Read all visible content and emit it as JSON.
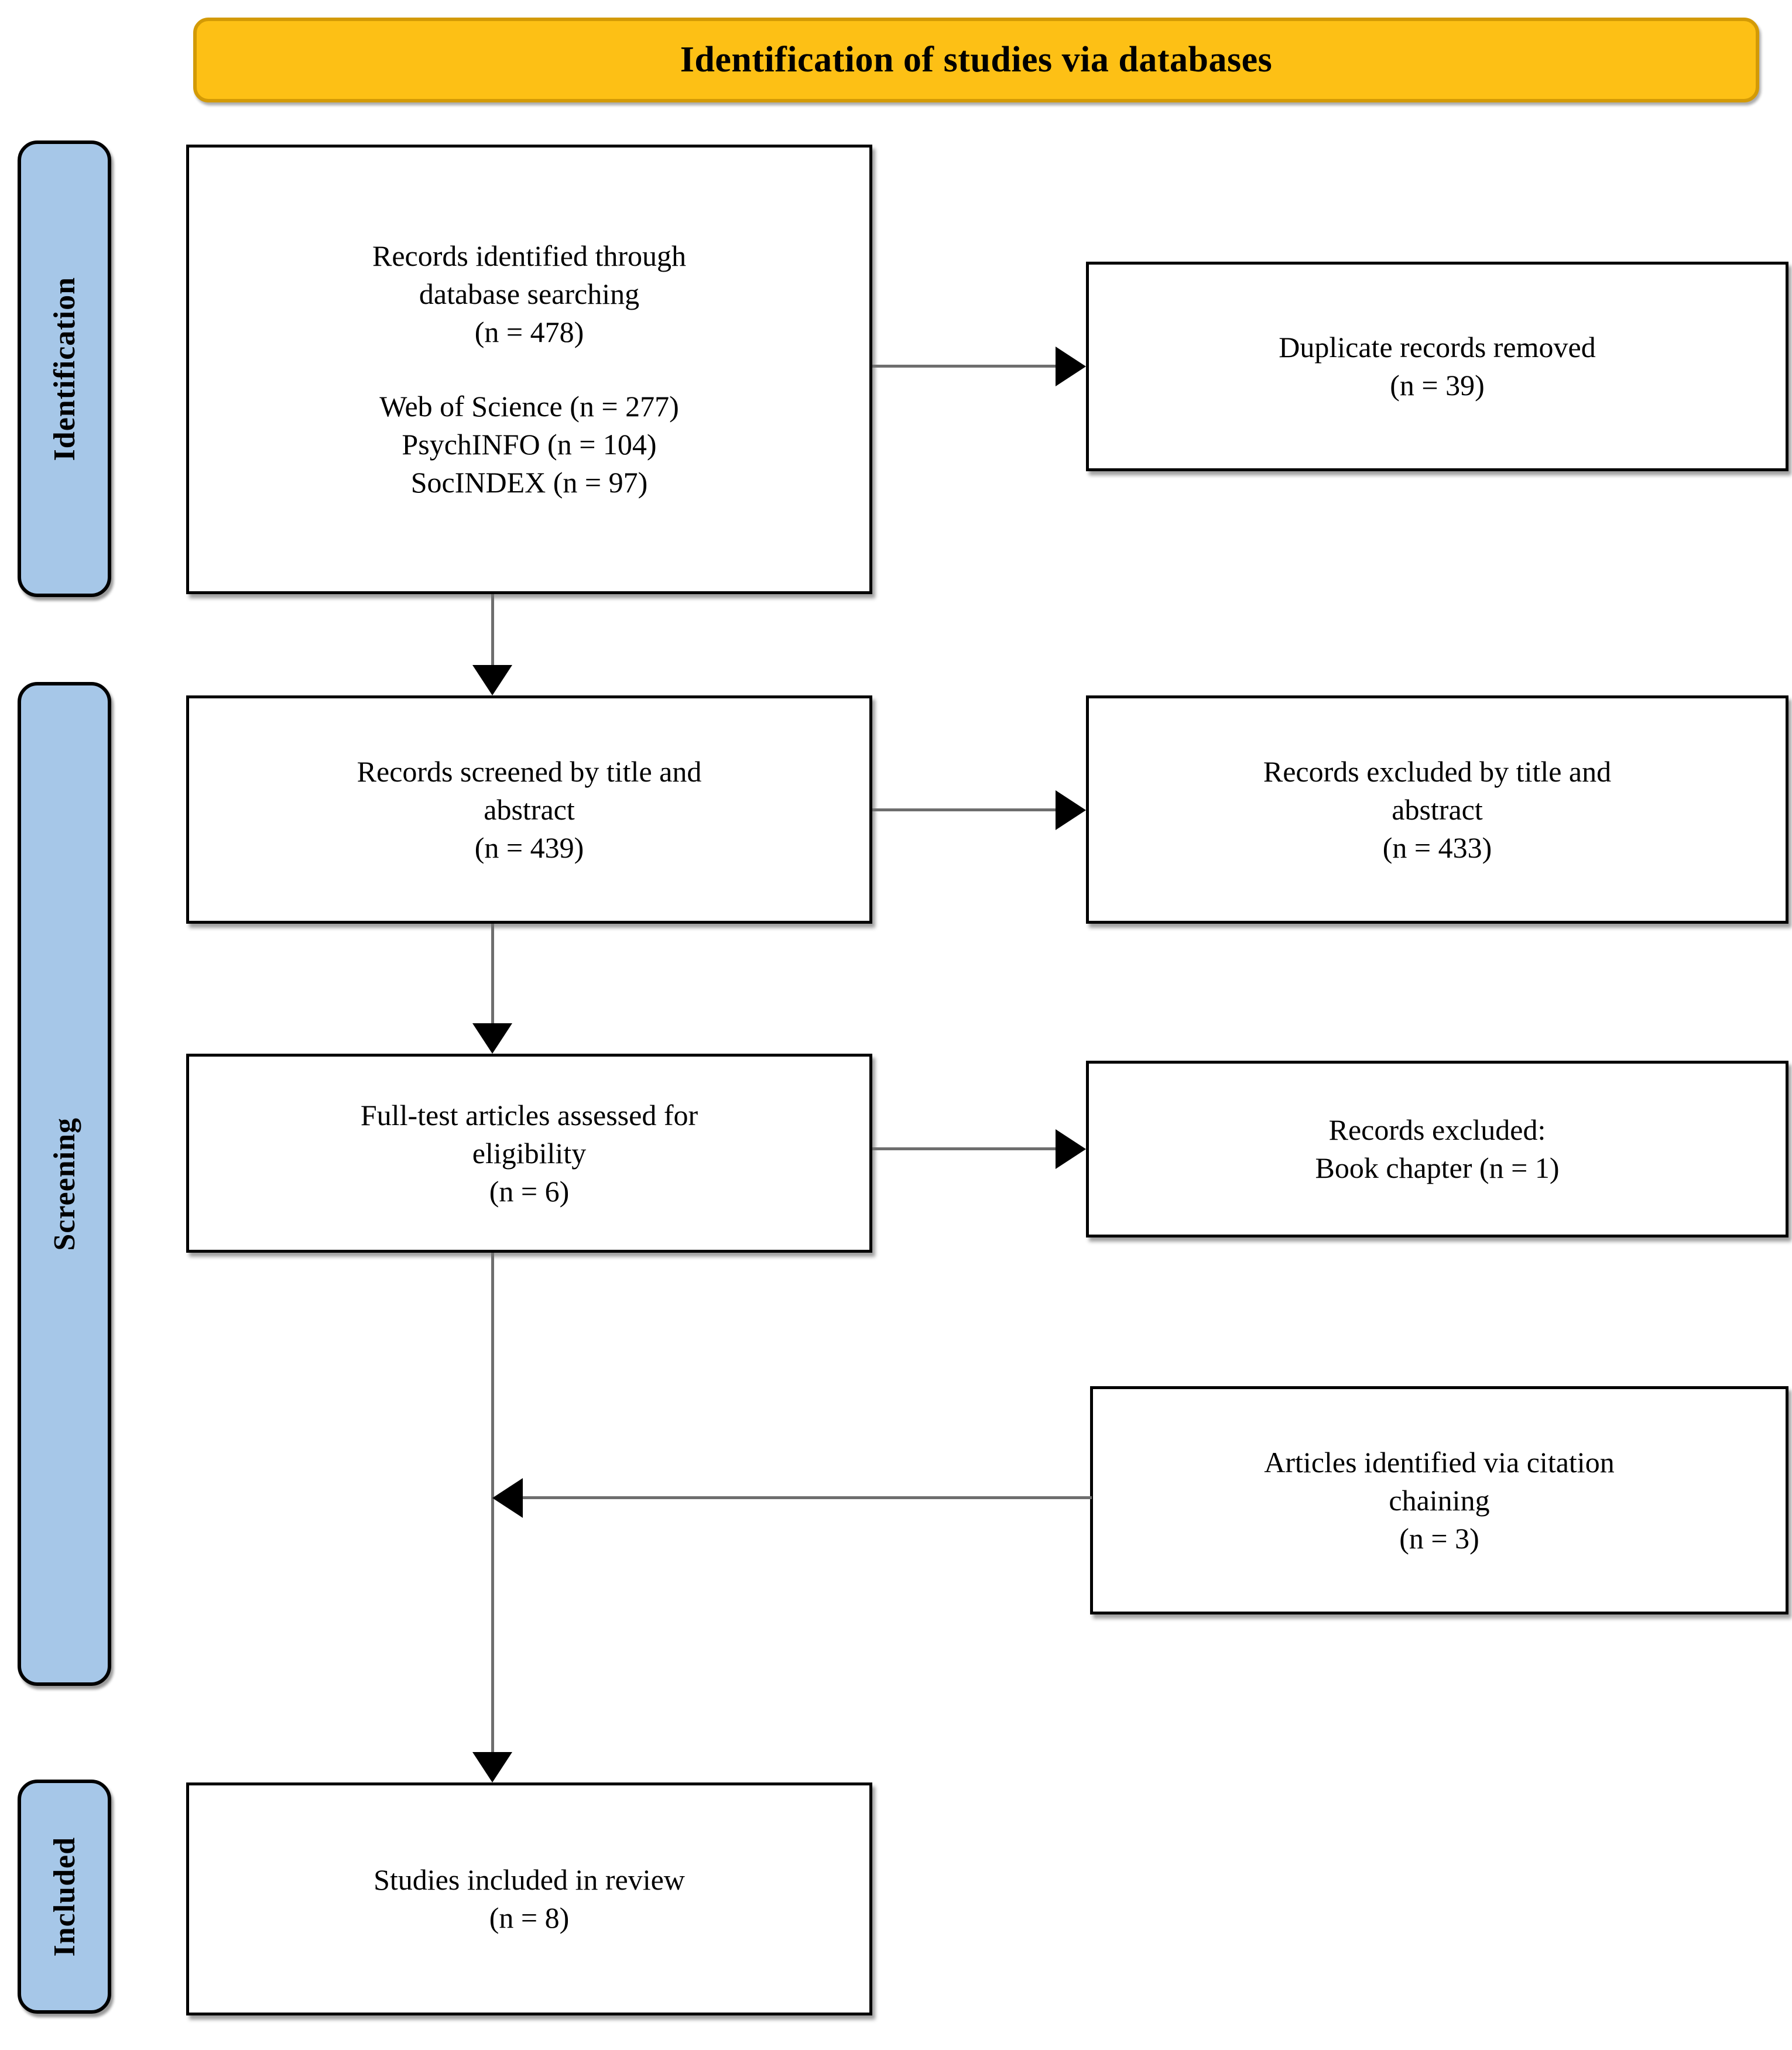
{
  "banner": {
    "title": "Identification of studies via databases"
  },
  "stages": [
    {
      "id": "identification",
      "label": "Identification"
    },
    {
      "id": "screening",
      "label": "Screening"
    },
    {
      "id": "included",
      "label": "Included"
    }
  ],
  "boxes": {
    "identified": {
      "title": "Records identified through\ndatabase searching",
      "count": "(n = 478)",
      "sources": "Web of Science (n = 277)\nPsychINFO (n = 104)\nSocINDEX (n = 97)"
    },
    "duplicates": {
      "title": "Duplicate records removed",
      "count": "(n = 39)"
    },
    "screened": {
      "title": "Records screened by title and\nabstract",
      "count": "(n = 439)"
    },
    "excluded_title_abstract": {
      "title": "Records excluded by title and\nabstract",
      "count": "(n = 433)"
    },
    "fulltext": {
      "title": "Full-test articles assessed for\neligibility",
      "count": "(n = 6)"
    },
    "excluded_book_chapter": {
      "title": "Records excluded:",
      "count": "Book chapter (n = 1)"
    },
    "citation_chaining": {
      "title": "Articles identified via citation\nchaining",
      "count": "(n = 3)"
    },
    "included": {
      "title": "Studies included in review",
      "count": "(n = 8)"
    }
  },
  "colors": {
    "banner_fill": "#FDC015",
    "banner_border": "#D39A06",
    "stage_fill": "#A6C7E8",
    "box_border": "#000000",
    "connector": "#6E6E6E"
  },
  "chart_data": {
    "type": "diagram",
    "title": "Identification of studies via databases",
    "nodes": [
      {
        "id": "identified",
        "stage": "Identification",
        "label": "Records identified through database searching",
        "n": 478
      },
      {
        "id": "source_web_of_science",
        "stage": "Identification",
        "label": "Web of Science",
        "n": 277
      },
      {
        "id": "source_psychinfo",
        "stage": "Identification",
        "label": "PsychINFO",
        "n": 104
      },
      {
        "id": "source_socindex",
        "stage": "Identification",
        "label": "SocINDEX",
        "n": 97
      },
      {
        "id": "duplicates",
        "stage": "Identification",
        "label": "Duplicate records removed",
        "n": 39
      },
      {
        "id": "screened",
        "stage": "Screening",
        "label": "Records screened by title and abstract",
        "n": 439
      },
      {
        "id": "excluded_title_abstract",
        "stage": "Screening",
        "label": "Records excluded by title and abstract",
        "n": 433
      },
      {
        "id": "fulltext",
        "stage": "Screening",
        "label": "Full-test articles assessed for eligibility",
        "n": 6
      },
      {
        "id": "excluded_book_chapter",
        "stage": "Screening",
        "label": "Records excluded: Book chapter",
        "n": 1
      },
      {
        "id": "citation_chaining",
        "stage": "Screening",
        "label": "Articles identified via citation chaining",
        "n": 3
      },
      {
        "id": "included",
        "stage": "Included",
        "label": "Studies included in review",
        "n": 8
      }
    ],
    "edges": [
      {
        "from": "identified",
        "to": "duplicates",
        "direction": "right"
      },
      {
        "from": "identified",
        "to": "screened",
        "direction": "down"
      },
      {
        "from": "screened",
        "to": "excluded_title_abstract",
        "direction": "right"
      },
      {
        "from": "screened",
        "to": "fulltext",
        "direction": "down"
      },
      {
        "from": "fulltext",
        "to": "excluded_book_chapter",
        "direction": "right"
      },
      {
        "from": "citation_chaining",
        "to": "included",
        "direction": "left"
      },
      {
        "from": "fulltext",
        "to": "included",
        "direction": "down"
      }
    ]
  }
}
